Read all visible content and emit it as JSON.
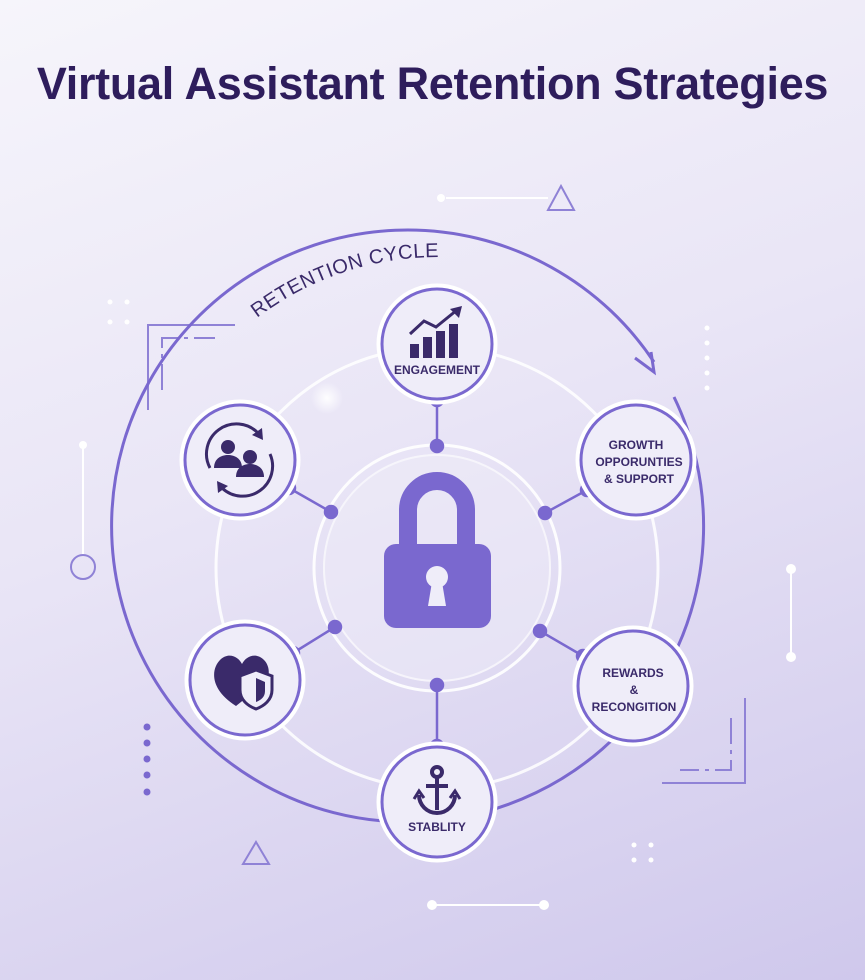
{
  "title": "Virtual Assistant Retention Strategies",
  "cycle_label": "RETENTION CYCLE",
  "center": {
    "icon": "padlock-icon"
  },
  "nodes": [
    {
      "icon": "bar-chart-trend-icon",
      "label_lines": [
        "ENGAGEMENT"
      ]
    },
    {
      "icon": "",
      "label_lines": [
        "GROWTH",
        "OPPORUNTIES",
        "& SUPPORT"
      ]
    },
    {
      "icon": "",
      "label_lines": [
        "REWARDS",
        "&",
        "RECONGITION"
      ]
    },
    {
      "icon": "anchor-icon",
      "label_lines": [
        "STABLITY"
      ]
    },
    {
      "icon": "heart-shield-icon",
      "label_lines": []
    },
    {
      "icon": "people-cycle-icon",
      "label_lines": []
    }
  ],
  "colors": {
    "title": "#2e1d5c",
    "accent": "#7a68cf",
    "icon": "#3a2a6a",
    "node_fill": "#efedf9",
    "background": "#ece9f7"
  }
}
